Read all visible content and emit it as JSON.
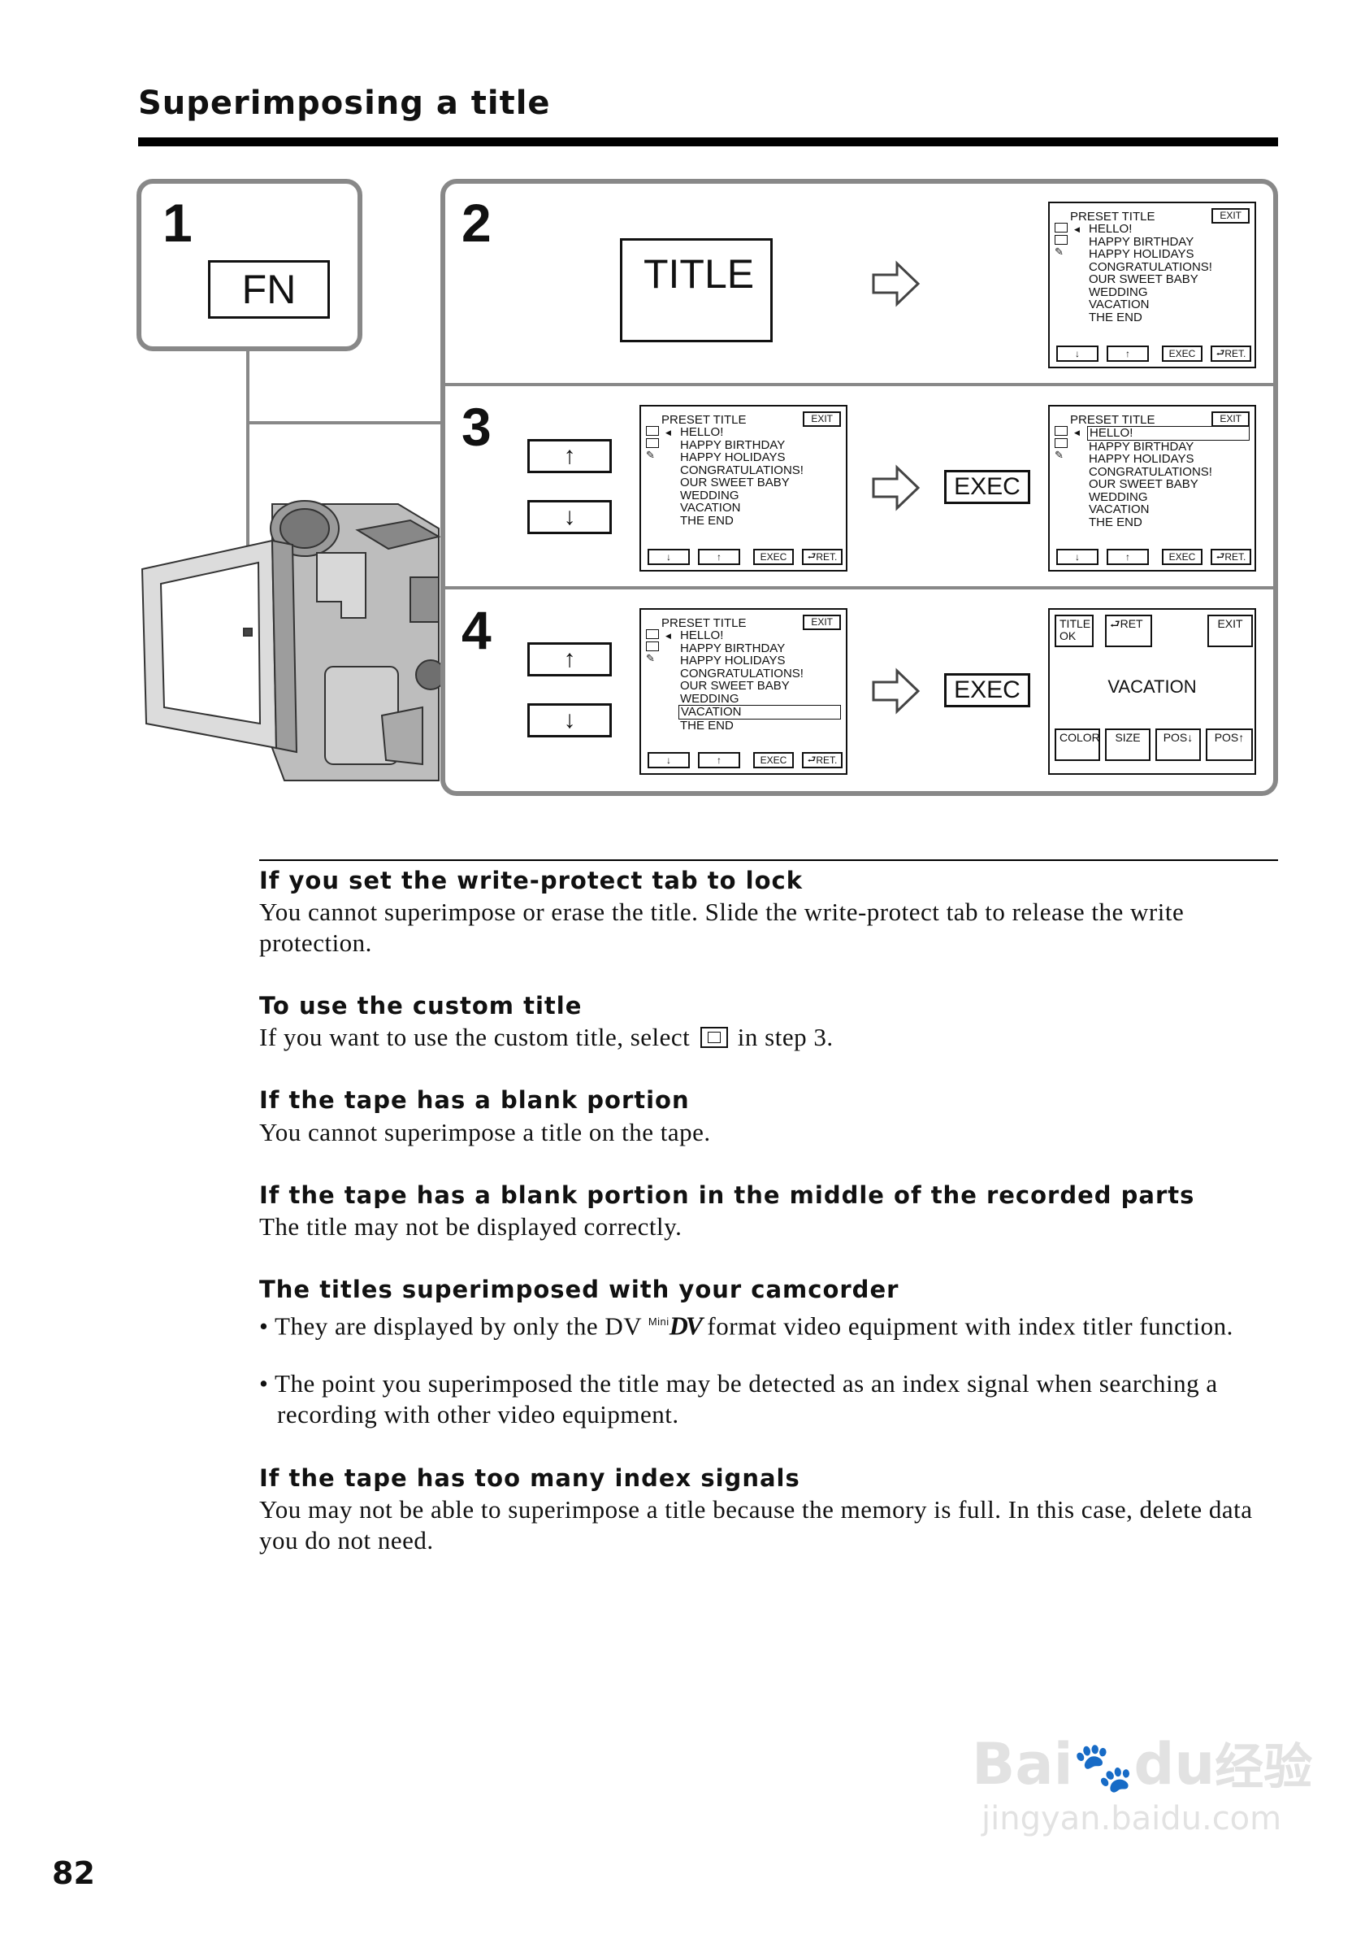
{
  "page": {
    "title": "Superimposing a title",
    "page_number": "82"
  },
  "step1": {
    "number": "1",
    "button_label": "FN"
  },
  "step2": {
    "number": "2",
    "button_label": "TITLE",
    "screen": {
      "header": "PRESET  TITLE",
      "exit": "EXIT",
      "items": [
        "HELLO!",
        "HAPPY  BIRTHDAY",
        "HAPPY HOLIDAYS",
        "CONGRATULATIONS!",
        "OUR  SWEET BABY",
        "WEDDING",
        "VACATION",
        "THE  END"
      ],
      "footer": {
        "down": "↓",
        "up": "↑",
        "exec": "EXEC",
        "ret": "RET."
      }
    }
  },
  "step3": {
    "number": "3",
    "up_button": "↑",
    "down_button": "↓",
    "exec_label": "EXEC",
    "screen_left": {
      "header": "PRESET  TITLE",
      "exit": "EXIT",
      "items": [
        "HELLO!",
        "HAPPY  BIRTHDAY",
        "HAPPY HOLIDAYS",
        "CONGRATULATIONS!",
        "OUR  SWEET BABY",
        "WEDDING",
        "VACATION",
        "THE  END"
      ],
      "footer": {
        "down": "↓",
        "up": "↑",
        "exec": "EXEC",
        "ret": "RET."
      }
    },
    "screen_right": {
      "header": "PRESET  TITLE",
      "exit": "EXIT",
      "items": [
        "HELLO!",
        "HAPPY  BIRTHDAY",
        "HAPPY HOLIDAYS",
        "CONGRATULATIONS!",
        "OUR  SWEET BABY",
        "WEDDING",
        "VACATION",
        "THE  END"
      ],
      "highlighted": "HELLO!",
      "footer": {
        "down": "↓",
        "up": "↑",
        "exec": "EXEC",
        "ret": "RET."
      }
    }
  },
  "step4": {
    "number": "4",
    "up_button": "↑",
    "down_button": "↓",
    "exec_label": "EXEC",
    "screen_left": {
      "header": "PRESET  TITLE",
      "exit": "EXIT",
      "items": [
        "HELLO!",
        "HAPPY  BIRTHDAY",
        "HAPPY HOLIDAYS",
        "CONGRATULATIONS!",
        "OUR  SWEET BABY",
        "WEDDING",
        "VACATION",
        "THE  END"
      ],
      "highlighted": "VACATION",
      "footer": {
        "down": "↓",
        "up": "↑",
        "exec": "EXEC",
        "ret": "RET."
      }
    },
    "result_screen": {
      "title_ok_line1": "TITLE",
      "title_ok_line2": "OK",
      "ret": "RET",
      "exit": "EXIT",
      "title_text": "VACATION",
      "color": "COLOR",
      "size": "SIZE",
      "pos_down": "POS↓",
      "pos_up": "POS↑"
    }
  },
  "notes": [
    {
      "heading": "If you set the write-protect tab to lock",
      "body": "You cannot superimpose or erase the title. Slide the write-protect tab to release the write protection."
    },
    {
      "heading": "To use the custom title",
      "body_before": "If you want to use the custom title, select",
      "body_after": "in step 3."
    },
    {
      "heading": "If the tape has a blank portion",
      "body": "You cannot superimpose a title on the tape."
    },
    {
      "heading": "If the tape has a blank portion in the middle of the recorded parts",
      "body": "The title may not be displayed correctly."
    },
    {
      "heading": "The titles superimposed with your camcorder",
      "bullet1_before": "• They are displayed by only the DV",
      "bullet1_logo_small": "Mini",
      "bullet1_logo": "DV",
      "bullet1_after": "format video equipment with index titler function.",
      "bullet2": "• The point you superimposed the title may be detected as an index signal when searching a recording with other video equipment."
    },
    {
      "heading": "If the tape has too many index signals",
      "body": "You may not be able to superimpose a title because the memory is full. In this case, delete data you do not need."
    }
  ],
  "watermark": {
    "brand": "Bai",
    "brand2": "du",
    "cn": "经验",
    "url": "jingyan.baidu.com"
  }
}
